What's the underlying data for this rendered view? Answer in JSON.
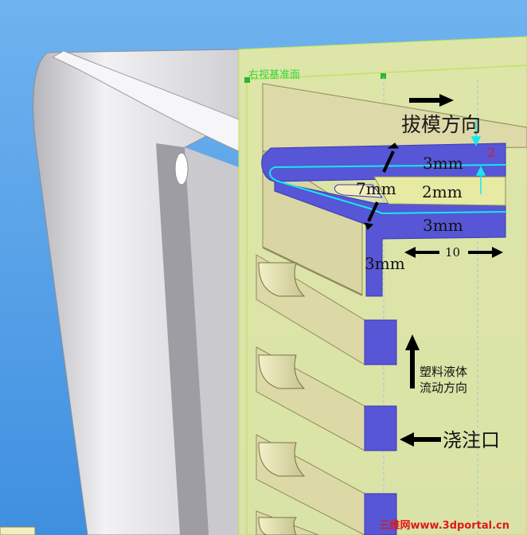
{
  "viewport": {
    "background": "#4f9ee8"
  },
  "colors": {
    "section_face": "#5656d6",
    "section_edge": "#3b3bb2",
    "plane_fill": "#e6eaa2",
    "plane_border": "#b9e35a",
    "body_light": "#e9e9ec",
    "body_dark": "#a7a7ac",
    "mold_beige": "#d9d6a4",
    "cyan_line": "#16e8ec",
    "label_green": "#35d632",
    "watermark_red": "#e01818"
  },
  "labels": {
    "reference_plane": "右视基准面",
    "draft_direction": "拔模方向",
    "draft_angle": "2",
    "thickness_top": "3mm",
    "thickness_middle": "2mm",
    "thickness_bottom": "3mm",
    "thickness_diagonal": "7mm",
    "thickness_vertical": "3mm",
    "length": "10",
    "flow_line1": "塑料液体",
    "flow_line2": "流动方向",
    "gate": "浇注口",
    "watermark": "三维网www.3dportal.cn"
  },
  "icons": {
    "draft_arrow": "arrow-right-icon",
    "flow_arrow": "arrow-up-icon",
    "gate_arrow": "arrow-left-icon",
    "dimension_arrows": "double-arrow-icon"
  }
}
